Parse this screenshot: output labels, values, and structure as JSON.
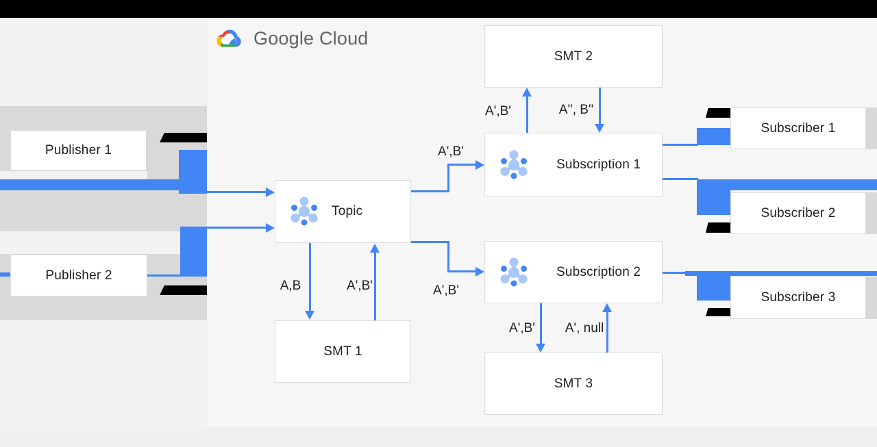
{
  "logo": {
    "text": "Google Cloud"
  },
  "nodes": {
    "publisher1": "Publisher 1",
    "publisher2": "Publisher 2",
    "topic": "Topic",
    "smt1": "SMT 1",
    "smt2": "SMT 2",
    "smt3": "SMT 3",
    "subscription1": "Subscription 1",
    "subscription2": "Subscription 2",
    "subscriber1": "Subscriber 1",
    "subscriber2": "Subscriber 2",
    "subscriber3": "Subscriber 3"
  },
  "edge_labels": {
    "topic_to_subscription1": "A',B'",
    "topic_to_subscription2": "A',B'",
    "topic_to_smt1": "A,B",
    "smt1_to_topic": "A',B'",
    "subscription1_to_smt2": "A',B'",
    "smt2_to_subscription1": "A'', B''",
    "subscription2_to_smt3": "A',B'",
    "smt3_to_subscription2": "A', null"
  },
  "colors": {
    "arrow_blue": "#4285f4",
    "pubsub_icon_light_blue": "#a8c7fa",
    "band_gray": "#d9d9d9",
    "top_bar_black": "#000000",
    "logo_text_gray": "#5f6368",
    "box_border": "#dadce0"
  }
}
